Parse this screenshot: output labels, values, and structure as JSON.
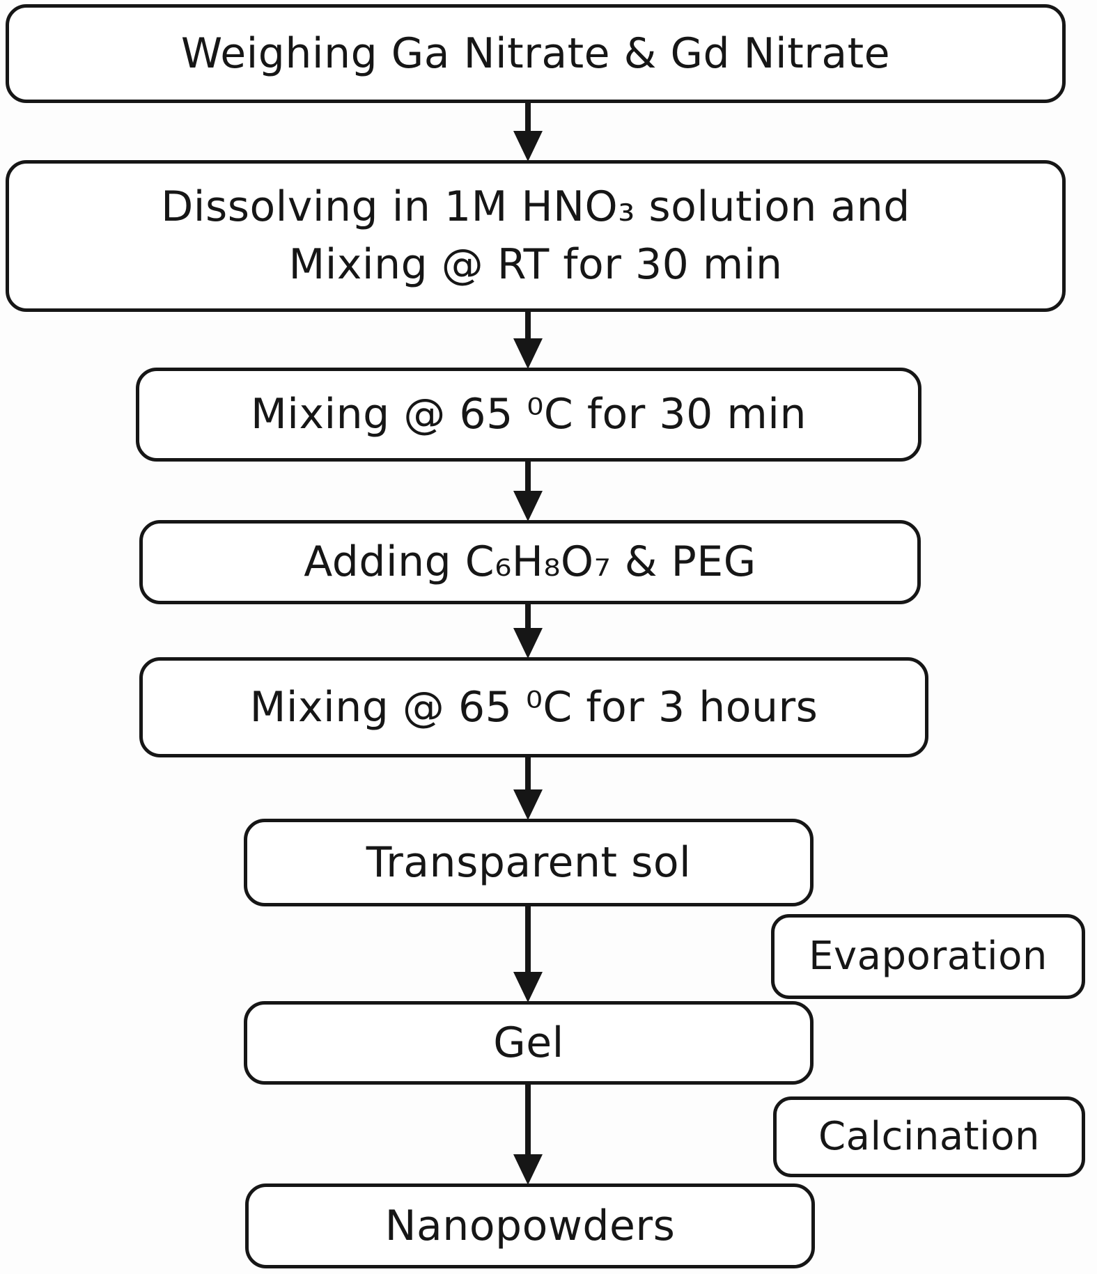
{
  "flowchart": {
    "steps": [
      {
        "id": "weighing",
        "label": "Weighing Ga Nitrate & Gd Nitrate"
      },
      {
        "id": "dissolving",
        "line1": "Dissolving in 1M HNO₃ solution and",
        "line2": "Mixing @ RT for 30 min"
      },
      {
        "id": "mixing-30min",
        "label": "Mixing @ 65 ⁰C for 30 min"
      },
      {
        "id": "adding-citric-peg",
        "label": "Adding C₆H₈O₇ & PEG"
      },
      {
        "id": "mixing-3hours",
        "label": "Mixing @ 65 ⁰C for 3 hours"
      },
      {
        "id": "transparent-sol",
        "label": "Transparent sol"
      },
      {
        "id": "gel",
        "label": "Gel"
      },
      {
        "id": "nanopowders",
        "label": "Nanopowders"
      }
    ],
    "edges": [
      {
        "from": "weighing",
        "to": "dissolving"
      },
      {
        "from": "dissolving",
        "to": "mixing-30min"
      },
      {
        "from": "mixing-30min",
        "to": "adding-citric-peg"
      },
      {
        "from": "adding-citric-peg",
        "to": "mixing-3hours"
      },
      {
        "from": "mixing-3hours",
        "to": "transparent-sol"
      },
      {
        "from": "transparent-sol",
        "to": "gel",
        "annotation": "Evaporation"
      },
      {
        "from": "gel",
        "to": "nanopowders",
        "annotation": "Calcination"
      }
    ],
    "annotations": [
      {
        "label": "Evaporation"
      },
      {
        "label": "Calcination"
      }
    ],
    "colors": {
      "ink": "#161616",
      "background": "#fdfdfd",
      "box_fill": "#ffffff"
    }
  }
}
